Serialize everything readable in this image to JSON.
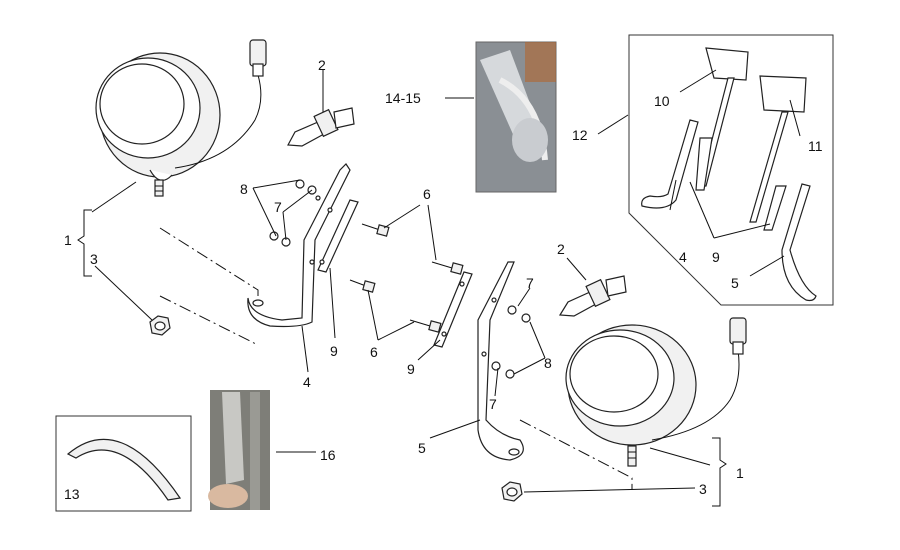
{
  "diagram": {
    "callouts": {
      "c1_left": "1",
      "c1_right": "1",
      "c2_top": "2",
      "c2_mid": "2",
      "c3_left": "3",
      "c3_right": "3",
      "c4_left": "4",
      "c4_inset": "4",
      "c5_mid": "5",
      "c5_inset": "5",
      "c6_top": "6",
      "c6_bottom": "6",
      "c7_left": "7",
      "c7_right_top": "7",
      "c7_right_bottom": "7",
      "c8_left": "8",
      "c8_right": "8",
      "c9_left": "9",
      "c9_mid": "9",
      "c9_inset": "9",
      "c10": "10",
      "c11": "11",
      "c12": "12",
      "c13": "13",
      "c14_15": "14-15",
      "c16": "16"
    }
  }
}
